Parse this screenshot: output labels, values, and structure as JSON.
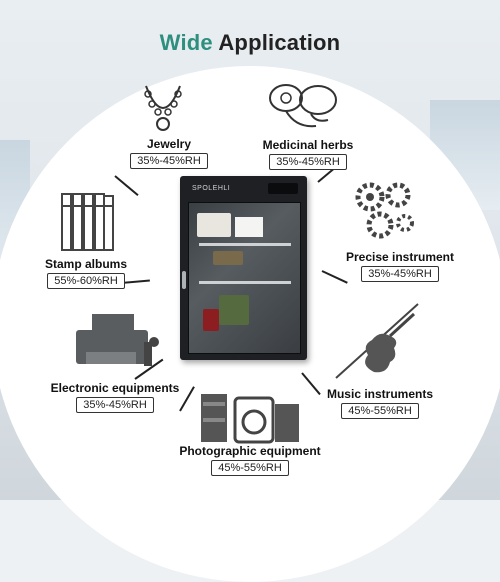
{
  "title": {
    "accent": "Wide",
    "rest": "Application"
  },
  "cabinet": {
    "brand": "SPOLEHLI"
  },
  "categories": [
    {
      "name": "Jewelry",
      "rh": "35%-45%RH",
      "icon": "necklace-icon"
    },
    {
      "name": "Medicinal herbs",
      "rh": "35%-45%RH",
      "icon": "flower-icon"
    },
    {
      "name": "Stamp albums",
      "rh": "55%-60%RH",
      "icon": "binders-icon"
    },
    {
      "name": "Precise instrument",
      "rh": "35%-45%RH",
      "icon": "gears-icon"
    },
    {
      "name": "Electronic equipments",
      "rh": "35%-45%RH",
      "icon": "printer-icon"
    },
    {
      "name": "Music instruments",
      "rh": "45%-55%RH",
      "icon": "violin-icon"
    },
    {
      "name": "Photographic equipment",
      "rh": "45%-55%RH",
      "icon": "camera-icon"
    }
  ],
  "colors": {
    "accent": "#2f8f7e",
    "text": "#111111",
    "cabinet": "#1e2024"
  }
}
